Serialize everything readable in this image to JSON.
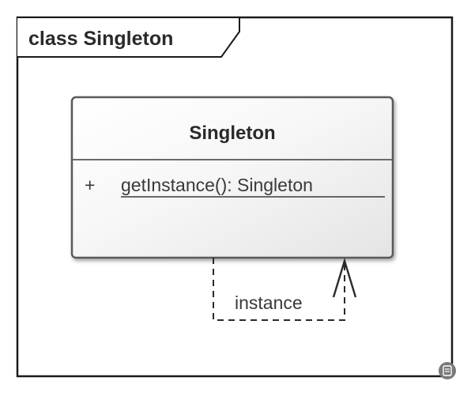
{
  "frame": {
    "title": "class Singleton"
  },
  "class_box": {
    "name": "Singleton",
    "operations": [
      {
        "visibility": "+",
        "signature": "getInstance(): Singleton",
        "static": true
      }
    ]
  },
  "association": {
    "label": "instance",
    "line_style": "dashed",
    "arrow": "open"
  },
  "colors": {
    "frame_border": "#1a1a1a",
    "class_border": "#5a5a5a",
    "class_fill_top": "#ffffff",
    "class_fill_bottom": "#e6e6e6",
    "text": "#2a2a2a",
    "watermark": "#7a7a7a"
  },
  "watermark_icon": "document-badge-icon"
}
